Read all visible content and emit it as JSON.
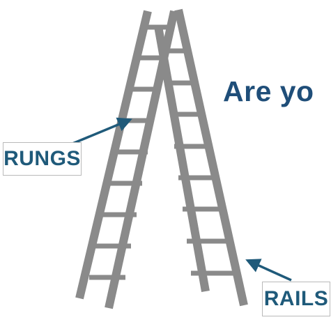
{
  "headline": "Are yo",
  "labels": {
    "rungs": "RUNGS",
    "rails": "RAILS"
  },
  "colors": {
    "ladder": "#8a8a8a",
    "arrow": "#1f5a7a",
    "headline": "#1f4e79",
    "label_text": "#1f5a7a",
    "label_border": "#b9b9b9"
  },
  "icons": [
    "ladder-illustration",
    "arrow-to-rung",
    "arrow-to-rail"
  ]
}
